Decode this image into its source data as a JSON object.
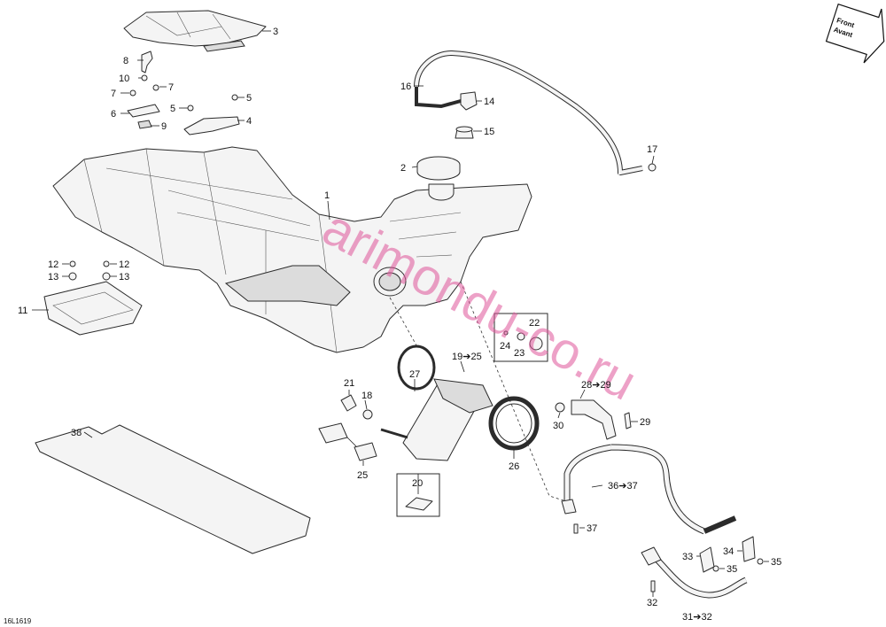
{
  "diagram_id": "16L1619",
  "watermark": "arimondu-co.ru",
  "direction_badge": {
    "line1": "Front",
    "line2": "Avant"
  },
  "callouts": {
    "c1": "1",
    "c2": "2",
    "c3": "3",
    "c4": "4",
    "c5a": "5",
    "c5b": "5",
    "c6": "6",
    "c7a": "7",
    "c7b": "7",
    "c8": "8",
    "c9": "9",
    "c10": "10",
    "c11": "11",
    "c12a": "12",
    "c12b": "12",
    "c13a": "13",
    "c13b": "13",
    "c14": "14",
    "c15": "15",
    "c16": "16",
    "c17": "17",
    "c18": "18",
    "c19": "19➔25",
    "c20": "20",
    "c21": "21",
    "c22": "22",
    "c23": "23",
    "c24": "24",
    "c25": "25",
    "c26": "26",
    "c27": "27",
    "c28": "28➔29",
    "c29": "29",
    "c30": "30",
    "c31": "31➔32",
    "c32": "32",
    "c33": "33",
    "c34": "34",
    "c35a": "35",
    "c35b": "35",
    "c36": "36➔37",
    "c37": "37",
    "c38": "38"
  },
  "colors": {
    "line": "#2b2b2b",
    "watermark": "#e0559a",
    "background": "#ffffff"
  },
  "icons": {
    "direction": "front-arrow-icon"
  }
}
